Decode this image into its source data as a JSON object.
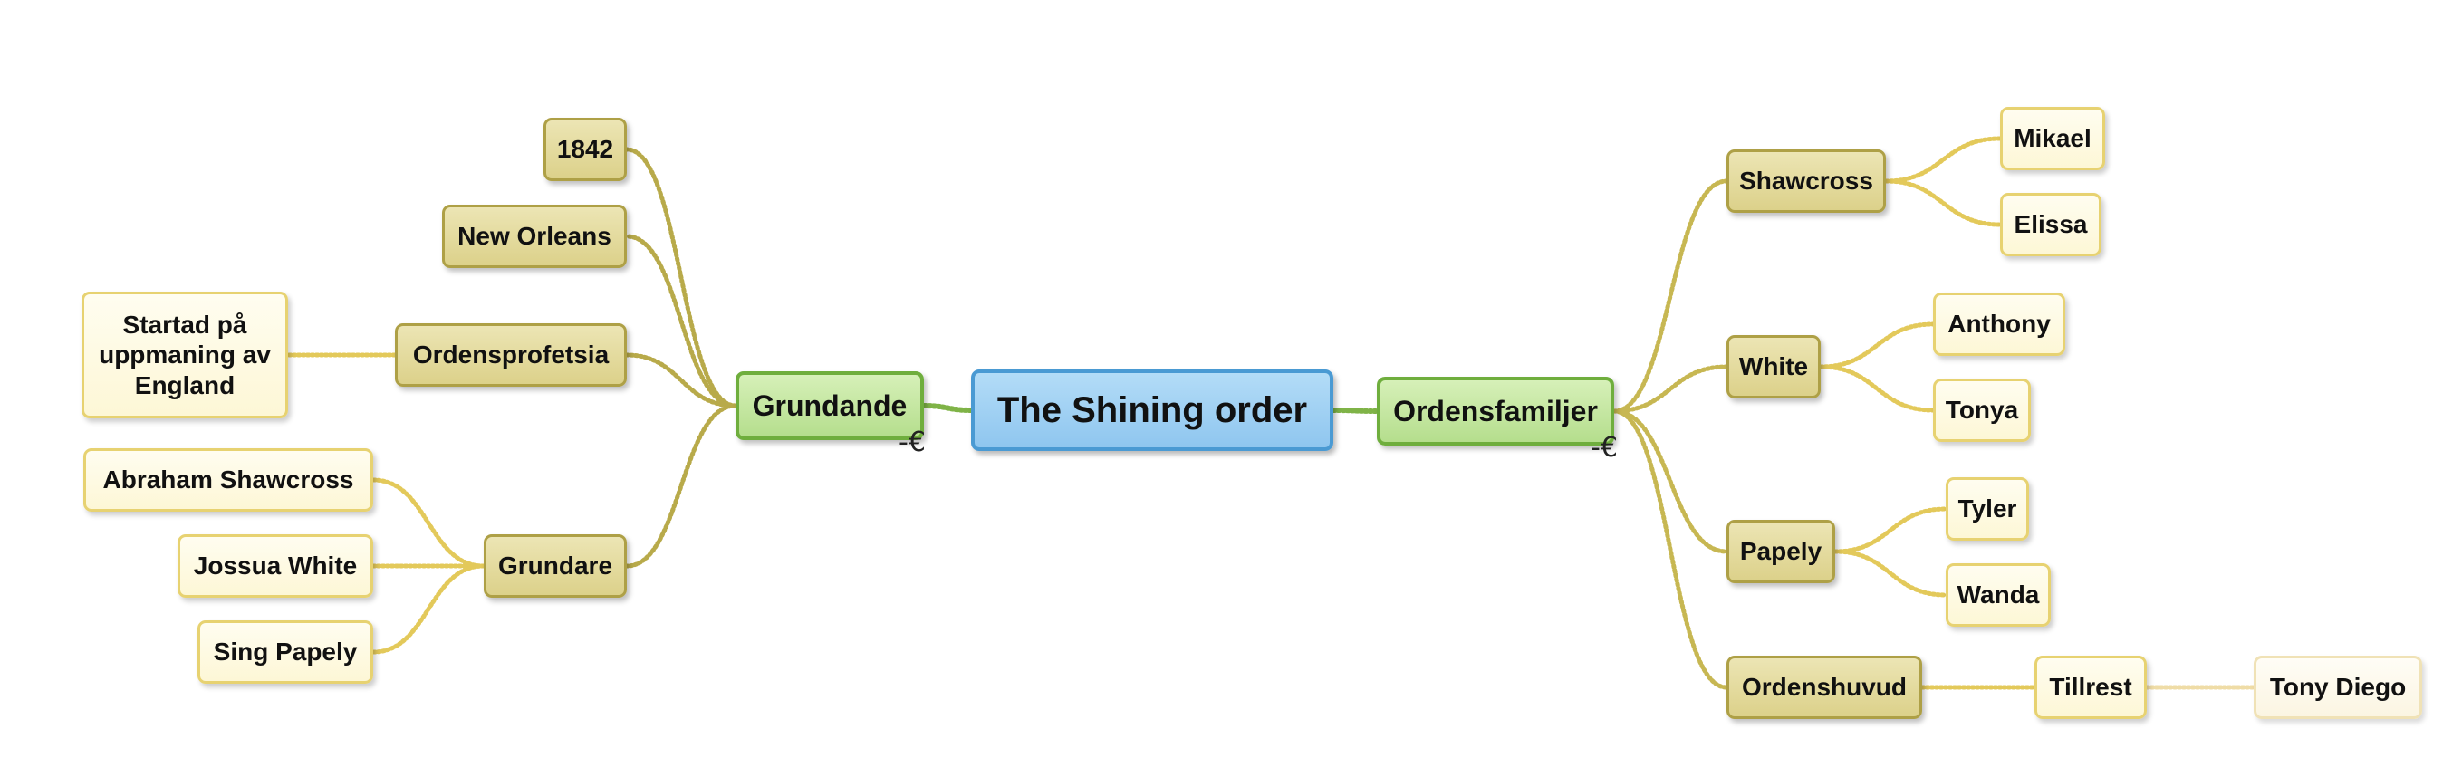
{
  "mindmap": {
    "central": {
      "label": "The Shining order"
    },
    "left_branch": {
      "label": "Grundande",
      "collapse_symbol": "-€",
      "children": [
        {
          "label": "1842"
        },
        {
          "label": "New Orleans"
        },
        {
          "label": "Ordensprofetsia",
          "children": [
            {
              "label": "Startad på uppmaning av England"
            }
          ]
        },
        {
          "label": "Grundare",
          "children": [
            {
              "label": "Abraham Shawcross"
            },
            {
              "label": "Jossua White"
            },
            {
              "label": "Sing Papely"
            }
          ]
        }
      ]
    },
    "right_branch": {
      "label": "Ordensfamiljer",
      "collapse_symbol": "-€",
      "children": [
        {
          "label": "Shawcross",
          "children": [
            {
              "label": "Mikael"
            },
            {
              "label": "Elissa"
            }
          ]
        },
        {
          "label": "White",
          "children": [
            {
              "label": "Anthony"
            },
            {
              "label": "Tonya"
            }
          ]
        },
        {
          "label": "Papely",
          "children": [
            {
              "label": "Tyler"
            },
            {
              "label": "Wanda"
            }
          ]
        },
        {
          "label": "Ordenshuvud",
          "children": [
            {
              "label": "Tillrest",
              "children": [
                {
                  "label": "Tony Diego"
                }
              ]
            }
          ]
        }
      ]
    },
    "colors": {
      "central_fill": "#a9d6f5",
      "central_border": "#4a9ad3",
      "main_fill": "#c5e8a0",
      "main_border": "#6fae3d",
      "sub_fill": "#e3da9c",
      "sub_border": "#aea046",
      "leaf_fill": "#fefadf",
      "leaf_border": "#e7d271",
      "link_main": "#7fb347",
      "link_left": "#b8aa4a",
      "link_right": "#c7b752",
      "link_leaf": "#e3c95a"
    }
  }
}
